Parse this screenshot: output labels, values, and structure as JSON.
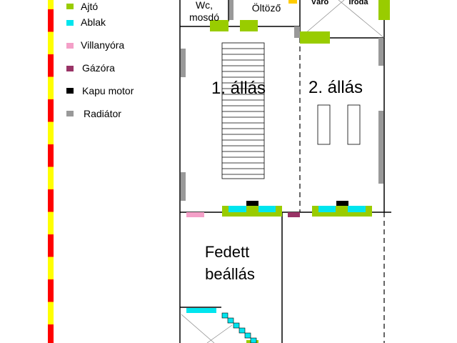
{
  "legend": {
    "items": [
      {
        "label": "Ajtó",
        "color": "#99cc00"
      },
      {
        "label": "Ablak",
        "color": "#00e5ee"
      },
      {
        "label": "Villanyóra",
        "color": "#f4a0c8"
      },
      {
        "label": "Gázóra",
        "color": "#993366"
      },
      {
        "label": "Kapu motor",
        "color": "#000000"
      },
      {
        "label": "Radiátor",
        "color": "#999999"
      }
    ]
  },
  "rooms": {
    "wc_line1": "Wc,",
    "wc_line2": "mosdó",
    "oltozo": "Öltöző",
    "varo": "Váró",
    "iroda": "Iroda",
    "allas1": "1. állás",
    "allas2": "2. állás",
    "fedett_line1": "Fedett",
    "fedett_line2": "beállás"
  },
  "colors": {
    "border_red": "#ff0000",
    "border_yellow": "#ffff00",
    "mark_yellow": "#ffcc00"
  }
}
